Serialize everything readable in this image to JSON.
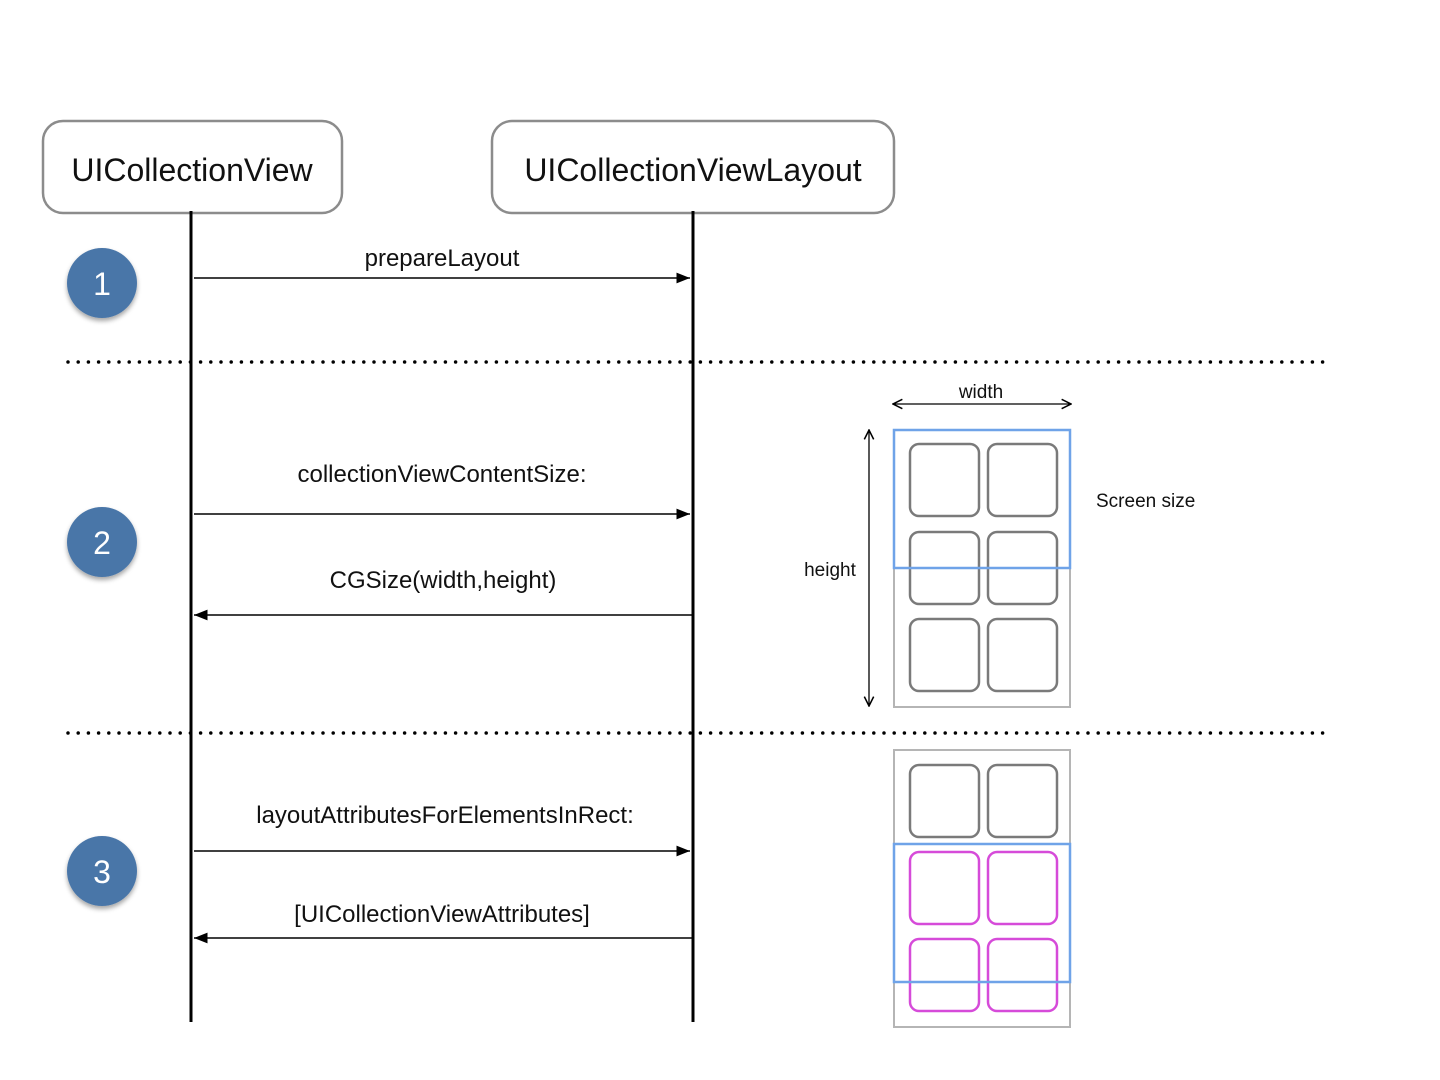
{
  "actors": {
    "left": "UICollectionView",
    "right": "UICollectionViewLayout"
  },
  "steps": [
    "1",
    "2",
    "3"
  ],
  "messages": {
    "prepare_layout": "prepareLayout",
    "content_size": "collectionViewContentSize:",
    "cgsize_return": "CGSize(width,height)",
    "layout_attributes": "layoutAttributesForElementsInRect:",
    "attributes_return": "[UICollectionViewAttributes]"
  },
  "illustration": {
    "width_label": "width",
    "height_label": "height",
    "screen_size_label": "Screen size"
  },
  "colors": {
    "step_circle": "#4a76a8",
    "screen_outline": "#6fa3e8",
    "cell_outline": "#7a7a7a",
    "highlighted_cell_outline": "#d64bd9",
    "content_outline": "#b5b5b5",
    "line": "#000000"
  }
}
